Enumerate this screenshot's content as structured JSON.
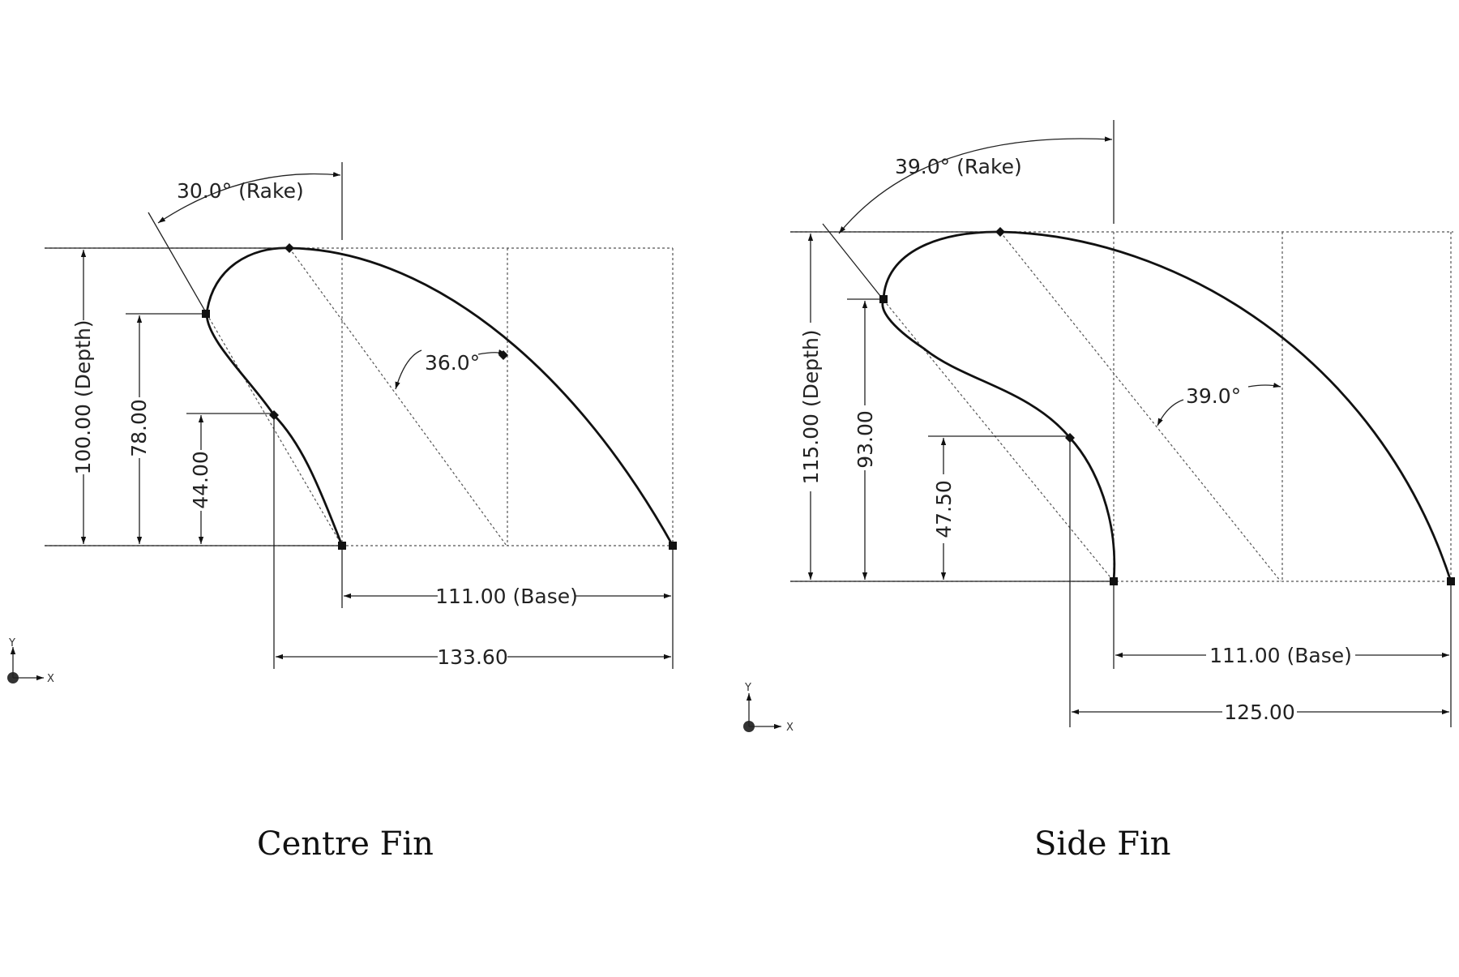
{
  "centre_fin": {
    "caption": "Centre Fin",
    "rake_label": "30.0° (Rake)",
    "angle_label": "36.0°",
    "depth_label": "100.00 (Depth)",
    "dim_78": "78.00",
    "dim_44": "44.00",
    "base_label": "111.00 (Base)",
    "length_label": "133.60"
  },
  "side_fin": {
    "caption": "Side Fin",
    "rake_label": "39.0° (Rake)",
    "angle_label": "39.0°",
    "depth_label": "115.00 (Depth)",
    "dim_93": "93.00",
    "dim_47": "47.50",
    "base_label": "111.00 (Base)",
    "length_label": "125.00"
  },
  "axes": {
    "y": "Y",
    "x": "X"
  }
}
